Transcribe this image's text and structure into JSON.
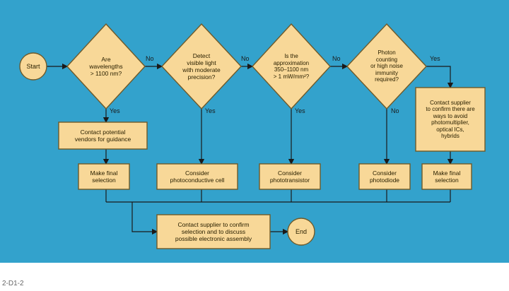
{
  "colors": {
    "background": "#33a2cc",
    "node_fill": "#f8d898",
    "node_stroke": "#6e5a2a",
    "line": "#1a1a1a"
  },
  "nodes": {
    "start": "Start",
    "q_wavelength": "Are\nwavelengths\n> 1100 nm?",
    "q_precision": "Detect\nvisible light\nwith moderate\nprecision?",
    "q_approx": "Is the\napproximation\n350–1100 nm\n> 1 mW/mm²?",
    "q_photon": "Photon\ncounting\nor high noise\nimmunity\nrequired?",
    "contact_vendors": "Contact potential\nvendors for guidance",
    "contact_supplier_options": "Contact supplier\nto confirm there are\nways to avoid\nphotomultiplier,\noptical ICs,\nhybrids",
    "final_left": "Make final\nselection",
    "photoconductive": "Consider\nphotoconductive cell",
    "phototransistor": "Consider\nphototransistor",
    "photodiode": "Consider\nphotodiode",
    "final_right": "Make final\nselection",
    "contact_supplier_confirm": "Contact supplier to confirm\nselection and to discuss\npossible electronic assembly",
    "end": "End"
  },
  "edge_labels": {
    "no_1": "No",
    "no_2": "No",
    "no_3": "No",
    "yes_top": "Yes",
    "yes_1": "Yes",
    "yes_2": "Yes",
    "yes_3": "Yes",
    "no_down": "No"
  },
  "figure_id": "2-D1-2"
}
